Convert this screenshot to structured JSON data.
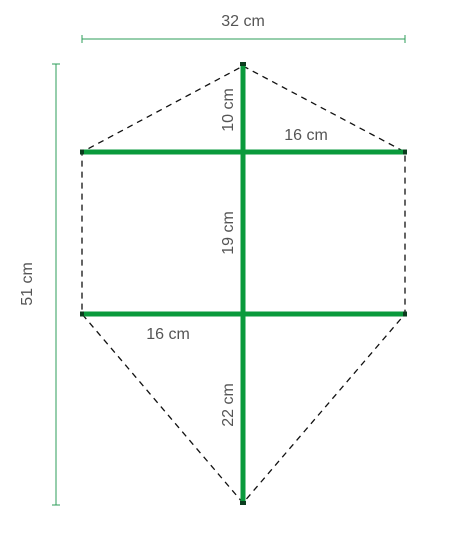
{
  "labels": {
    "total_width": "32 cm",
    "total_height": "51 cm",
    "top_segment": "10 cm",
    "upper_right_half": "16 cm",
    "middle_segment": "19 cm",
    "lower_left_half": "16 cm",
    "bottom_segment": "22 cm"
  },
  "colors": {
    "spar": "#0a9a3c",
    "dimension": "#2e9e5a",
    "outline": "#111111",
    "text": "#555555"
  }
}
